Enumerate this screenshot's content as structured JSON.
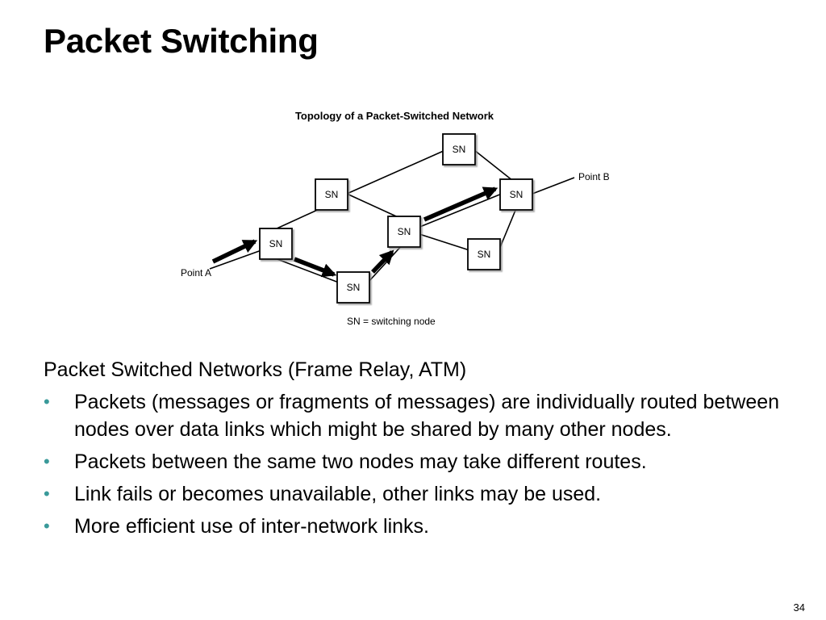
{
  "slide": {
    "title": "Packet Switching",
    "page_number": "34"
  },
  "diagram": {
    "title": "Topology of a Packet-Switched Network",
    "node_label": "SN",
    "point_a": "Point A",
    "point_b": "Point B",
    "legend": "SN = switching node",
    "colors": {
      "line": "#000000",
      "arrow": "#000000"
    }
  },
  "content": {
    "intro": "Packet Switched Networks (Frame Relay, ATM)",
    "bullets": [
      "Packets (messages or fragments of messages) are individually routed between nodes over data links which might be shared by many other nodes.",
      "Packets between the same two nodes may take different routes.",
      "Link fails or becomes unavailable, other links may be used.",
      "More efficient use of inter-network links."
    ],
    "bullet_color": "#3a9a9a"
  }
}
